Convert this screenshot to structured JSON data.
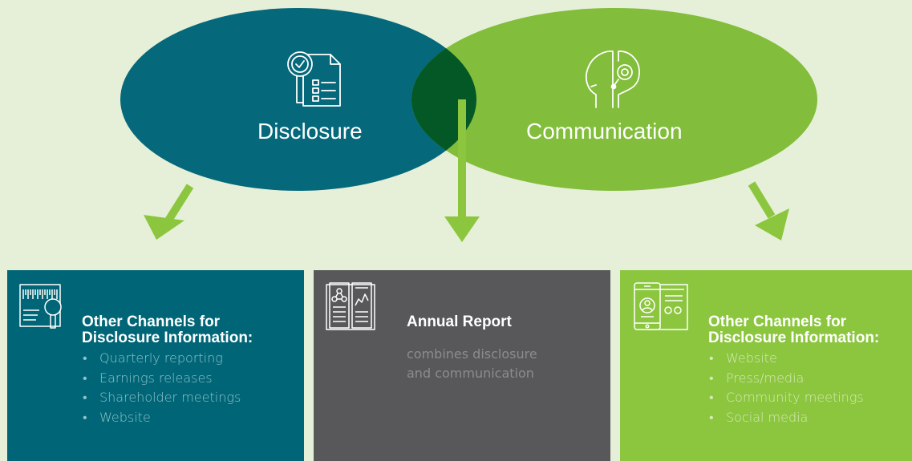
{
  "colors": {
    "background": "#e6f0d8",
    "disclosure": "#05697b",
    "communication": "#82bd3b",
    "overlap": "#035825",
    "arrow": "#8cc63f",
    "annual_report_panel": "#58585a",
    "disclosure_panel": "#006677",
    "communication_panel": "#8cc63f"
  },
  "venn": {
    "left_label": "Disclosure",
    "right_label": "Communication",
    "left_icon": "document-magnifier-icon",
    "right_icon": "head-profile-icon"
  },
  "panels": {
    "left": {
      "icon": "document-search-icon",
      "title_line1": "Other Channels for",
      "title_line2": "Disclosure Information:",
      "items": [
        "Quarterly reporting",
        "Earnings releases",
        "Shareholder meetings",
        "Website"
      ]
    },
    "center": {
      "icon": "open-book-report-icon",
      "title": "Annual Report",
      "description_line1": "combines disclosure",
      "description_line2": "and communication"
    },
    "right": {
      "icon": "mobile-tablet-icon",
      "title_line1": "Other Channels for",
      "title_line2": "Disclosure Information:",
      "items": [
        "Website",
        "Press/media",
        "Community meetings",
        "Social media"
      ]
    }
  }
}
